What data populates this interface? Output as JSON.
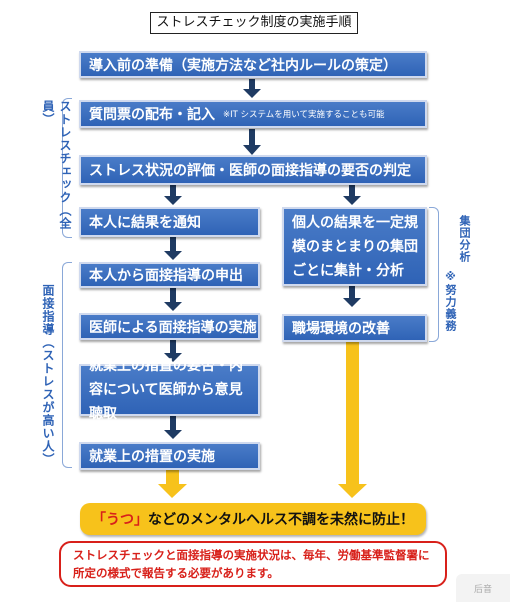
{
  "title": "ストレスチェック制度の実施手順",
  "steps": {
    "prep": "導入前の準備（実施方法など社内ルールの策定）",
    "questionnaire": "質問票の配布・記入",
    "questionnaire_note": "※IT システムを用いて実施することも可能",
    "evaluation": "ストレス状況の評価・医師の面接指導の要否の判定",
    "notify": "本人に結果を通知",
    "request": "本人から面接指導の申出",
    "interview": "医師による面接指導の実施",
    "opinion": "就業上の措置の要否・内容について医師から意見聴取",
    "measures": "就業上の措置の実施",
    "group": "個人の結果を一定規模のまとまりの集団ごとに集計・分析",
    "improve": "職場環境の改善"
  },
  "side_labels": {
    "stresscheck": "ストレスチェック（全員）",
    "interview": "面接指導（ストレスが高い人）",
    "group_analysis": "集団分析",
    "effort": "※努力義務"
  },
  "goal": {
    "prefix": "「うつ」",
    "rest": "などのメンタルヘルス不調を未然に防止！"
  },
  "notice": {
    "line1": "ストレスチェックと面接指導の実施状況は、毎年、労働基準監督署に",
    "line2": "所定の様式で報告する必要があります。"
  },
  "watermark": "后音",
  "colors": {
    "box": "#2f63b6",
    "arrow": "#1f3b63",
    "goal": "#f7c21b",
    "warn": "#d8201a"
  }
}
